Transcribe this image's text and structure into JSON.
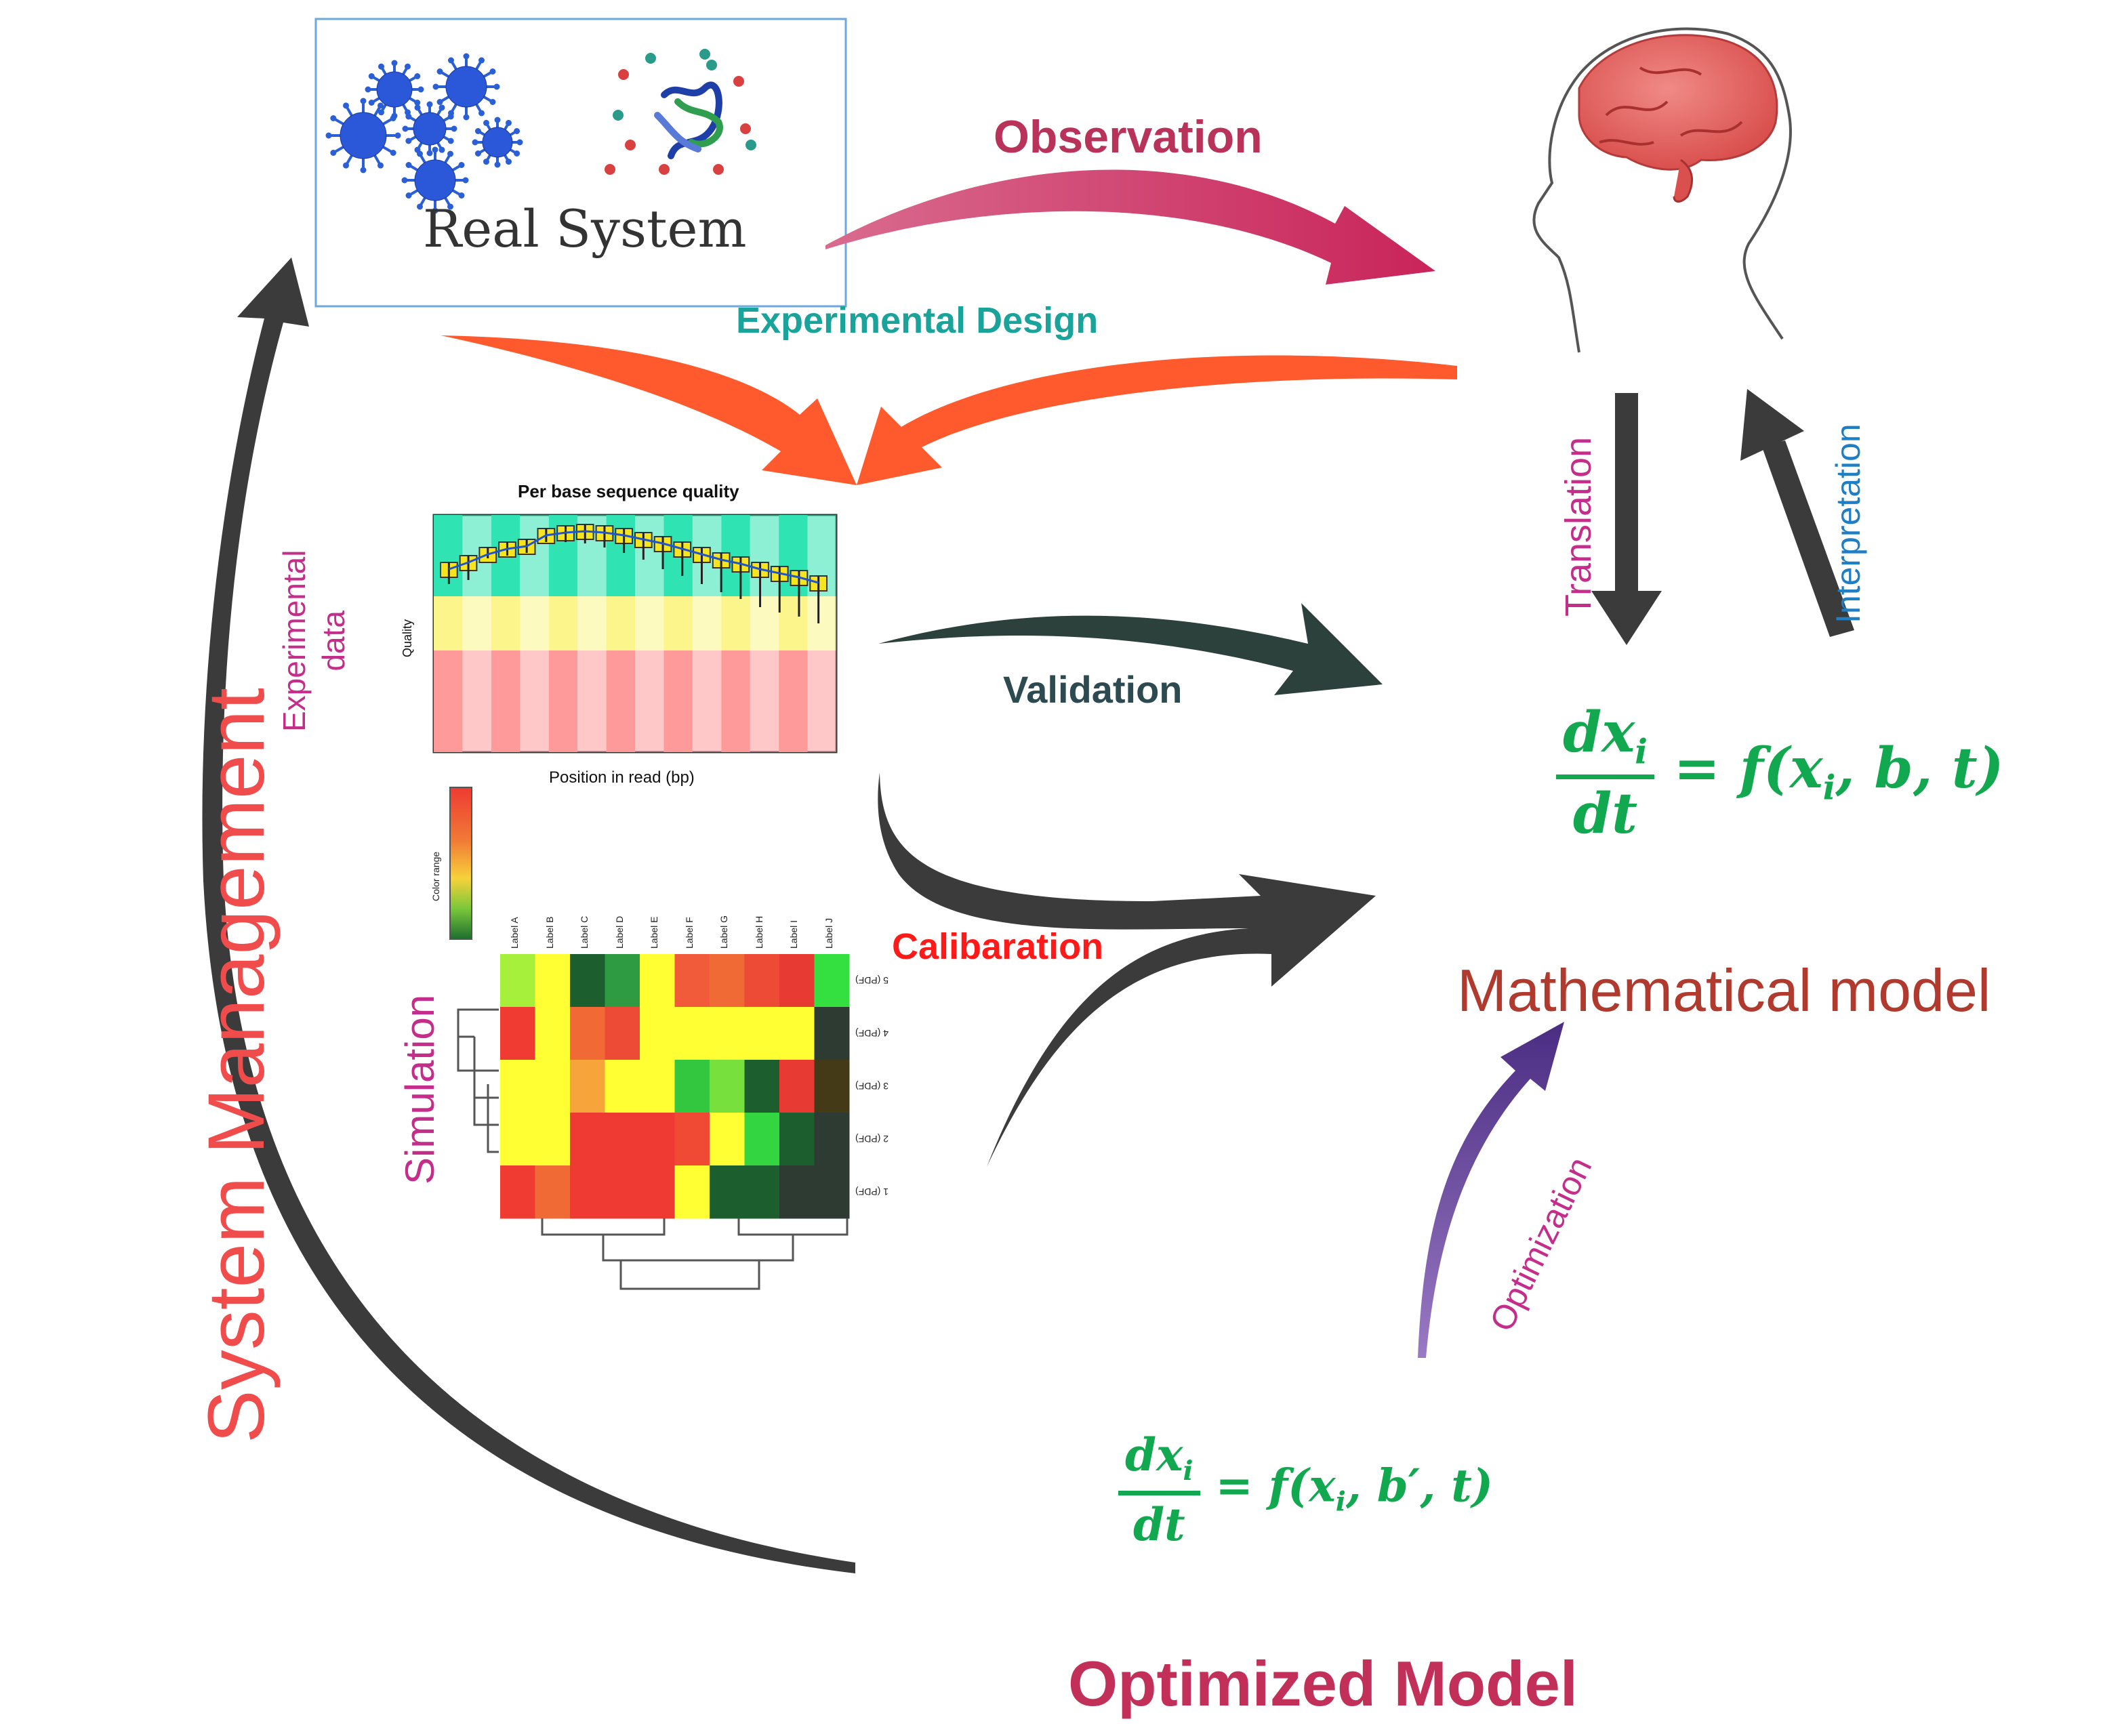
{
  "real_system": {
    "title": "Real System"
  },
  "arrows": {
    "observation": "Observation",
    "experimental_design": "Experimental Design",
    "validation": "Validation",
    "calibration": "Calibaration",
    "translation": "Translation",
    "interpretation": "Interpretation",
    "optimization": "Optimization",
    "system_management": "System Management"
  },
  "panels": {
    "experimental_data": [
      "Experimental",
      "data"
    ],
    "simulation": "Simulation"
  },
  "quality_plot": {
    "title": "Per base sequence quality",
    "xlabel": "Position in read (bp)",
    "ylabel": "Quality"
  },
  "heatmap": {
    "color_range_label": "Color range",
    "column_labels": [
      "Label A",
      "Label B",
      "Label C",
      "Label D",
      "Label E",
      "Label F",
      "Label G",
      "Label H",
      "Label I",
      "Label J"
    ],
    "row_labels": [
      "5 (PDF)",
      "4 (PDF)",
      "3 (PDF)",
      "2 (PDF)",
      "1 (PDF)"
    ],
    "cells": [
      [
        "#a6ef3a",
        "#ffff33",
        "#1d5e2f",
        "#2e9b43",
        "#ffff33",
        "#f25b3a",
        "#f06a35",
        "#ee4b36",
        "#e63a32",
        "#33e03f"
      ],
      [
        "#f03b32",
        "#ffff33",
        "#f16a35",
        "#ee4b36",
        "#ffff33",
        "#ffff33",
        "#ffff33",
        "#ffff33",
        "#ffff33",
        "#2d3b33"
      ],
      [
        "#ffff33",
        "#ffff33",
        "#f7a53b",
        "#ffff33",
        "#ffff33",
        "#33c73f",
        "#77e03c",
        "#1d5e2f",
        "#e63a32",
        "#453a18"
      ],
      [
        "#ffff33",
        "#ffff33",
        "#ee3a32",
        "#ee3a32",
        "#ee3a32",
        "#f04a35",
        "#ffff33",
        "#33d640",
        "#1d5e2f",
        "#2d3b33"
      ],
      [
        "#f03b32",
        "#f06a35",
        "#ee3a32",
        "#ee3a32",
        "#ee3a32",
        "#ffff33",
        "#1d5e2f",
        "#1d5e2f",
        "#2d3b33",
        "#2d3b33"
      ]
    ]
  },
  "mathematical_model": {
    "title": "Mathematical model",
    "eq_num": "dx",
    "eq_sub": "i",
    "eq_den": "dt",
    "eq_rhs": "= f(x",
    "eq_rhs_sub": "i",
    "eq_rhs_tail": ", b, t)"
  },
  "optimized_model": {
    "title": "Optimized Model",
    "eq_num": "dx",
    "eq_sub": "i",
    "eq_den": "dt",
    "eq_rhs": "= f(x",
    "eq_rhs_sub": "i",
    "eq_rhs_tail": ", b′, t)"
  },
  "colors": {
    "observation": "#b8325a",
    "experimental_design_arrow": "#ff5a2e",
    "experimental_design_text": "#1aa39a",
    "dark_arrow": "#3b3b3b",
    "validation_arrow": "#2c403c",
    "validation_text": "#2c4a50",
    "calibration_text": "#ff1a1a",
    "translation_text": "#c42e8a",
    "interpretation_text": "#1f7ec4",
    "optimization_arrow": "#5a3a8c",
    "optimization_text": "#c42e8a",
    "system_management_text": "#f04c4c",
    "math_green": "#12a84f",
    "model_title": "#b03a2e",
    "optimized_title": "#c2305a",
    "magenta_label": "#c42e8a"
  },
  "icons": [
    "virus-icon",
    "protein-structure-icon",
    "human-head-brain-icon"
  ]
}
